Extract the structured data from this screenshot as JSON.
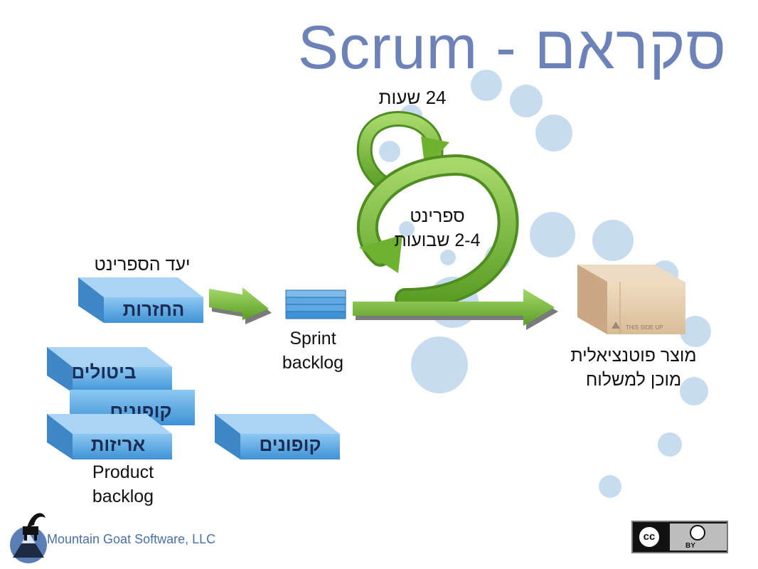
{
  "title": "Scrum - סקראם",
  "daily_label": "24 שעות",
  "sprint_label_line1": "ספרינט",
  "sprint_label_line2": "2-4 שבועות",
  "sprint_goal_label": "יעד הספרינט",
  "sprint_goal_block": "החזרות",
  "sprint_backlog_label_line1": "Sprint",
  "sprint_backlog_label_line2": "backlog",
  "product_label_line1": "מוצר פוטנציאלית",
  "product_label_line2": "מוכן למשלוח",
  "box_print": "THIS SIDE UP",
  "product_backlog_items": [
    "ביטולים",
    "קופונים",
    "אריזות"
  ],
  "product_backlog_label_line1": "Product",
  "product_backlog_label_line2": "backlog",
  "side_block": "קופונים",
  "footer_company": "Mountain Goat Software, LLC",
  "license_badge": {
    "cc": "cc",
    "by": "BY"
  },
  "colors": {
    "title": "#6d82b8",
    "block_face": "#5ea8e3",
    "block_top": "#a9d4f5",
    "arrow_green": "#7cbf3a",
    "bubble": "#c8dcf0"
  }
}
